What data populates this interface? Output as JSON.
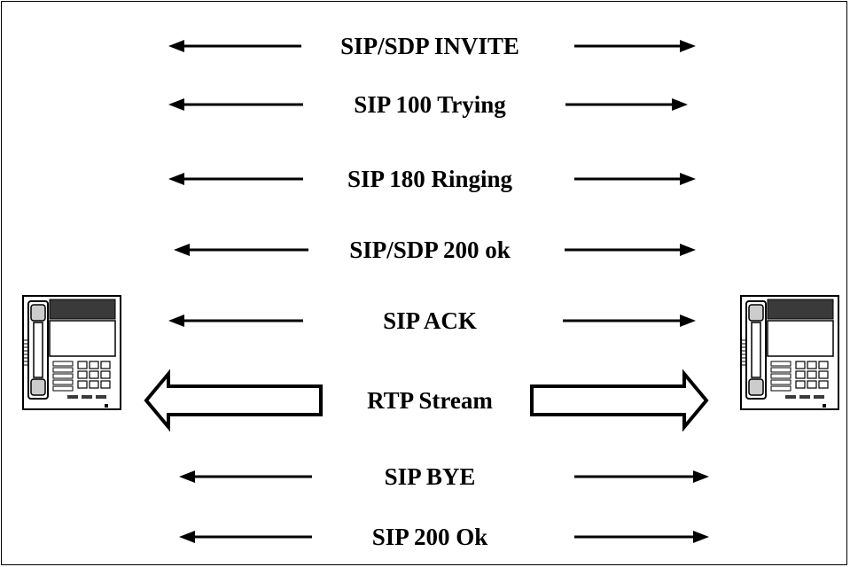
{
  "diagram": {
    "endpoints": [
      {
        "name": "left-phone",
        "icon": "desk-telephone-icon"
      },
      {
        "name": "right-phone",
        "icon": "desk-telephone-icon"
      }
    ],
    "messages": [
      {
        "label": "SIP/SDP INVITE",
        "kind": "line"
      },
      {
        "label": "SIP 100 Trying",
        "kind": "line"
      },
      {
        "label": "SIP 180 Ringing",
        "kind": "line"
      },
      {
        "label": "SIP/SDP 200 ok",
        "kind": "line"
      },
      {
        "label": "SIP ACK",
        "kind": "line"
      },
      {
        "label": "RTP Stream",
        "kind": "block"
      },
      {
        "label": "SIP BYE",
        "kind": "line"
      },
      {
        "label": "SIP 200 Ok",
        "kind": "line"
      }
    ],
    "colors": {
      "stroke": "#000000",
      "phone_dark": "#3a3a3a",
      "phone_light": "#ffffff"
    }
  }
}
